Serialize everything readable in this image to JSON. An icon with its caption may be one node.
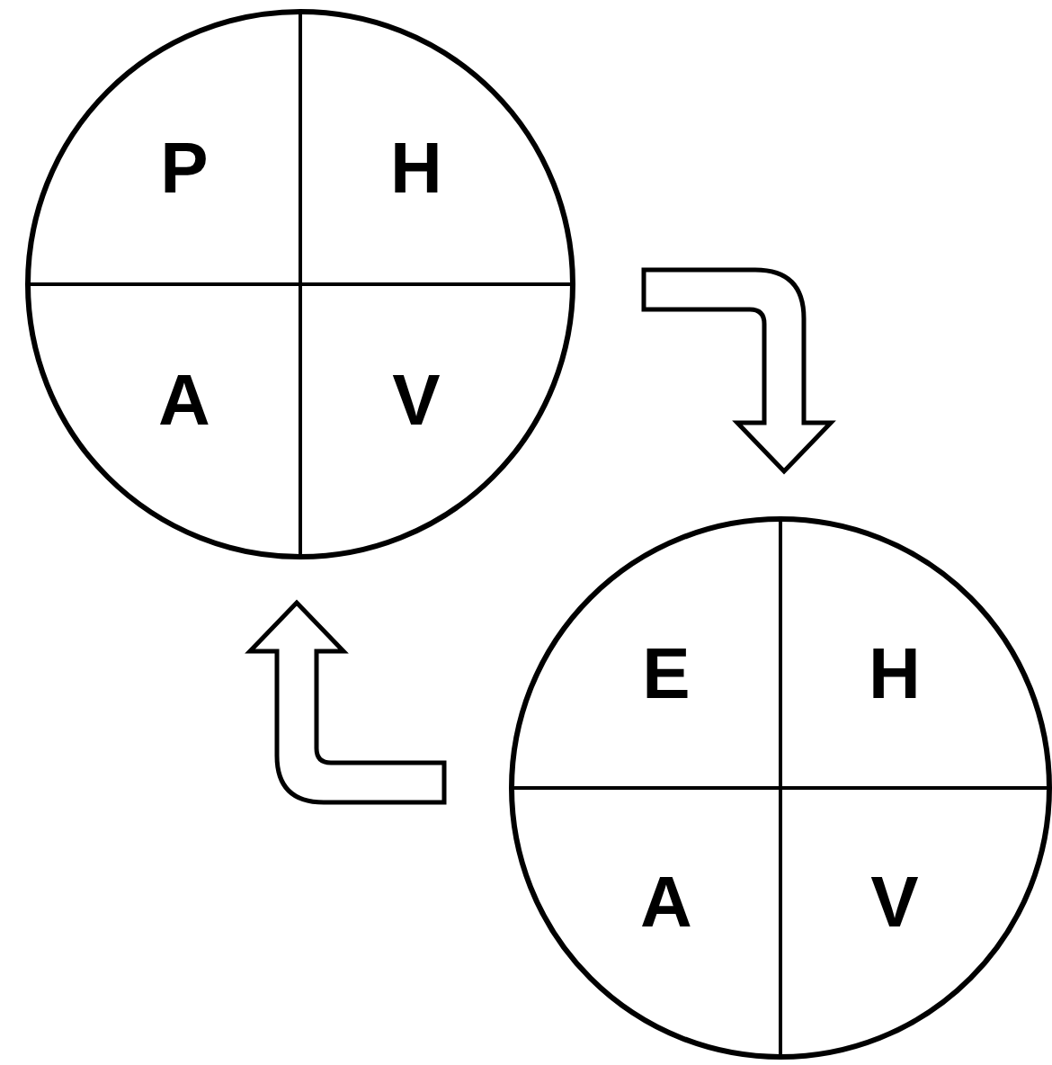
{
  "diagram": {
    "nodes": [
      {
        "text": [],
        "shape": "circle"
      },
      {
        "text": [
          "P"
        ],
        "in": 0
      },
      {
        "text": [
          "H"
        ],
        "in": 0
      },
      {
        "text": [
          "A"
        ],
        "in": 0
      },
      {
        "text": [
          "V"
        ],
        "in": 0
      },
      {
        "text": [],
        "shape": "circle"
      },
      {
        "text": [
          "E"
        ],
        "in": 5
      },
      {
        "text": [
          "H"
        ],
        "in": 5
      },
      {
        "text": [
          "A"
        ],
        "in": 5
      },
      {
        "text": [
          "V"
        ],
        "in": 5
      }
    ],
    "edges": [
      {
        "from": 0,
        "to": 5,
        "arrow": "to"
      },
      {
        "from": 5,
        "to": 0,
        "arrow": "to"
      }
    ]
  }
}
